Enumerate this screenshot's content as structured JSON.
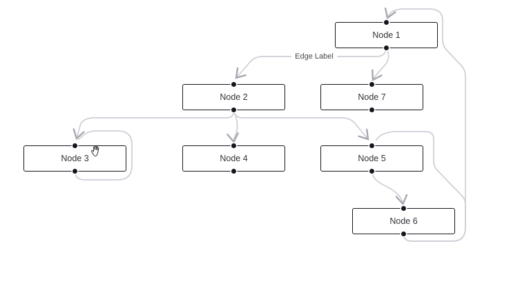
{
  "canvas": {
    "background_color": "#ffffff",
    "edge_color": "#cfcdd6",
    "arrow_color": "#a8a6ae",
    "node_border_color": "#16161e",
    "node_fill_color": "#ffffff",
    "port_color": "#16161e"
  },
  "nodes": [
    {
      "id": "node-1",
      "label": "Node 1",
      "ports": [
        "top",
        "bottom"
      ]
    },
    {
      "id": "node-2",
      "label": "Node 2",
      "ports": [
        "top",
        "bottom"
      ]
    },
    {
      "id": "node-3",
      "label": "Node 3",
      "ports": [
        "top",
        "bottom"
      ]
    },
    {
      "id": "node-4",
      "label": "Node 4",
      "ports": [
        "top",
        "bottom"
      ]
    },
    {
      "id": "node-5",
      "label": "Node 5",
      "ports": [
        "top",
        "bottom"
      ]
    },
    {
      "id": "node-6",
      "label": "Node 6",
      "ports": [
        "top",
        "bottom"
      ]
    },
    {
      "id": "node-7",
      "label": "Node 7",
      "ports": [
        "top",
        "bottom"
      ]
    }
  ],
  "edges": [
    {
      "from": "node-6",
      "to": "node-1"
    },
    {
      "from": "node-1",
      "to": "node-2",
      "label": "Edge Label"
    },
    {
      "from": "node-1",
      "to": "node-7"
    },
    {
      "from": "node-2",
      "to": "node-3"
    },
    {
      "from": "node-2",
      "to": "node-4"
    },
    {
      "from": "node-2",
      "to": "node-5"
    },
    {
      "from": "node-3",
      "to": "node-3"
    },
    {
      "from": "node-6",
      "to": "node-5"
    },
    {
      "from": "node-5",
      "to": "node-6"
    }
  ],
  "icons": {
    "cursor": "grab-hand-cursor"
  }
}
